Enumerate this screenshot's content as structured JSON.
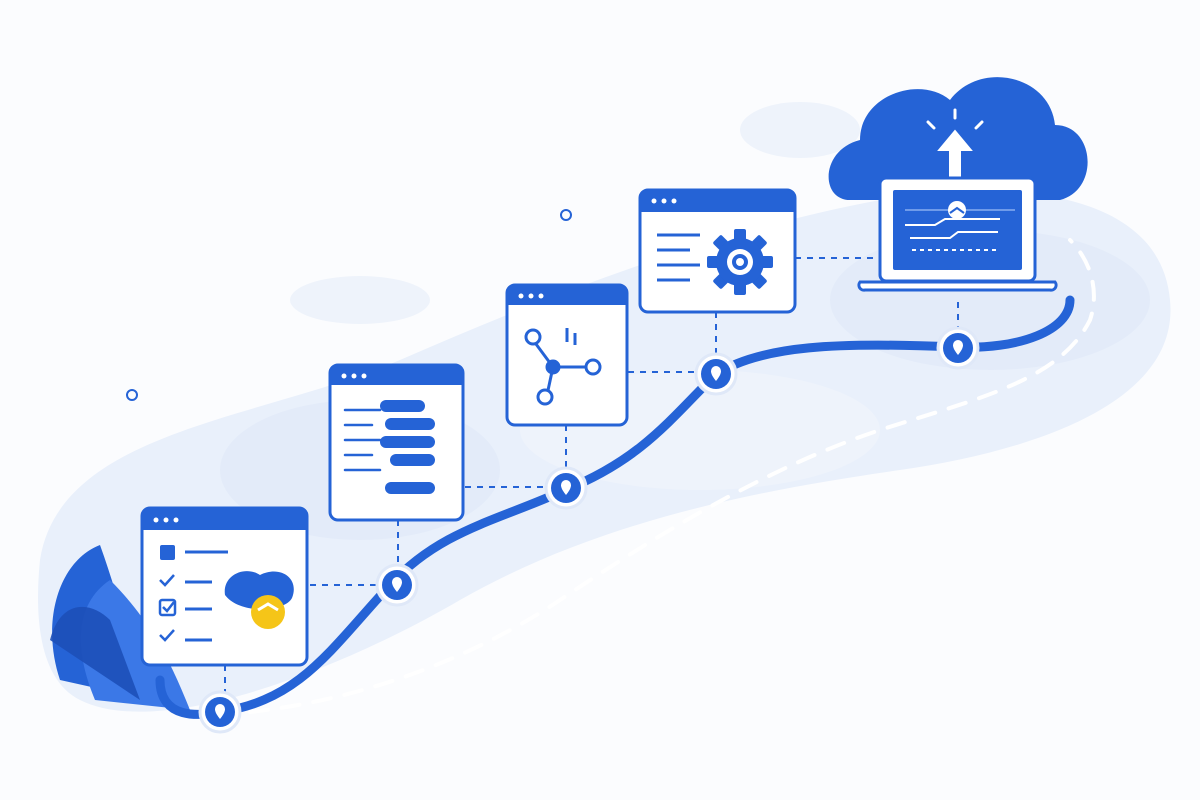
{
  "colors": {
    "primary": "#2563d6",
    "primary_dark": "#1d4fb8",
    "soft_blue": "#dfe8f8",
    "soft_blue_2": "#e9f0fb",
    "white": "#ffffff",
    "accent_yellow": "#f5c518"
  },
  "steps": [
    {
      "name": "step-1-planning",
      "icon": "checklist-python-icon"
    },
    {
      "name": "step-2-code",
      "icon": "code-lines-icon"
    },
    {
      "name": "step-3-integration",
      "icon": "node-graph-icon"
    },
    {
      "name": "step-4-configuration",
      "icon": "gear-icon"
    },
    {
      "name": "step-5-deployment",
      "icon": "laptop-cloud-upload-icon"
    }
  ]
}
